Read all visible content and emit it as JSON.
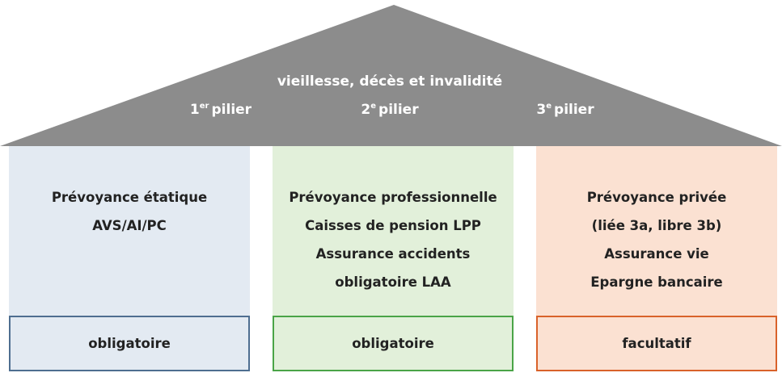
{
  "roof": {
    "title": "vieillesse, décès et invalidité",
    "color": "#8c8c8c"
  },
  "pillars": [
    {
      "number": "1",
      "suffix": "er",
      "label": "pilier",
      "lines": [
        "Prévoyance étatique",
        "AVS/AI/PC"
      ],
      "status": "obligatoire",
      "background": "#e3eaf2",
      "border": "#4e6e90"
    },
    {
      "number": "2",
      "suffix": "e",
      "label": "pilier",
      "lines": [
        "Prévoyance professionnelle",
        "Caisses de pension LPP",
        "Assurance accidents",
        "obligatoire LAA"
      ],
      "status": "obligatoire",
      "background": "#e2f0da",
      "border": "#4aa447"
    },
    {
      "number": "3",
      "suffix": "e",
      "label": "pilier",
      "lines": [
        "Prévoyance privée",
        "(liée 3a, libre 3b)",
        "Assurance vie",
        "Epargne bancaire"
      ],
      "status": "facultatif",
      "background": "#fbe1d2",
      "border": "#d9622a"
    }
  ]
}
